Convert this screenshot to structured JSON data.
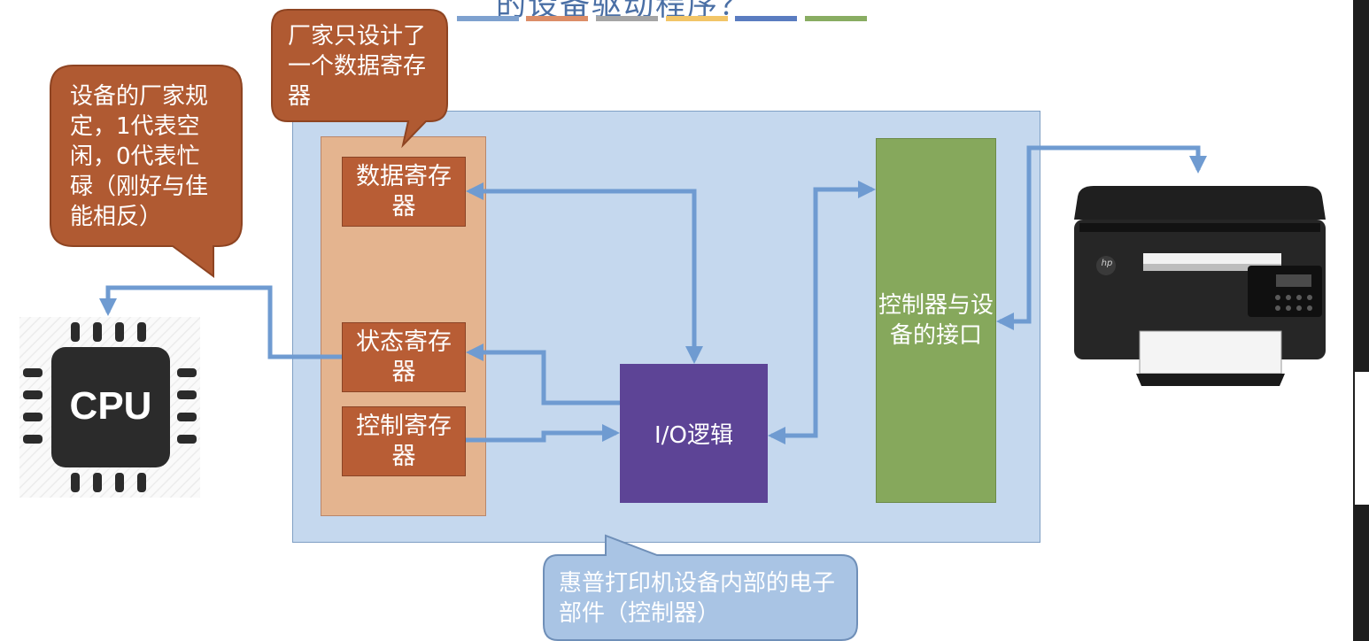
{
  "title_fragment": "的设备驱动程序？",
  "legend_colors": [
    "#7ea1cf",
    "#dc8d67",
    "#a5a5a5",
    "#f2c567",
    "#5a7cc0",
    "#89ad62"
  ],
  "registers": {
    "data": "数据寄存器",
    "status": "状态寄存器",
    "control": "控制寄存器"
  },
  "io_logic": "I/O逻辑",
  "interface": "控制器与设备的接口",
  "callouts": {
    "vendor_flag": "设备的厂家规定，1代表空闲，0代表忙碌（刚好与佳能相反）",
    "vendor_data": "厂家只设计了一个数据寄存器",
    "controller": "惠普打印机设备内部的电子部件（控制器）"
  },
  "cpu_label": "CPU",
  "printer_brand": "hp",
  "colors": {
    "main_box": "#c5d8ee",
    "register_column": "#e4b48f",
    "register": "#b85d35",
    "io_logic": "#5d4496",
    "interface": "#86a85c",
    "callout_brown": "#b05a32",
    "callout_blue": "#a9c4e4",
    "arrow": "#6f9bd1"
  }
}
